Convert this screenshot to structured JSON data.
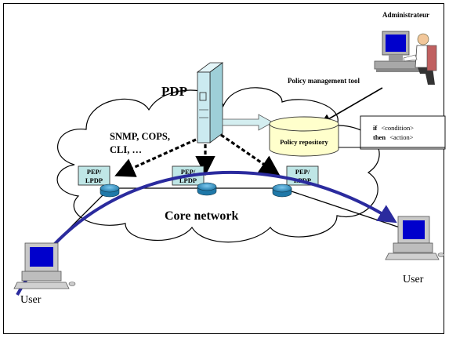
{
  "labels": {
    "administrator": "Administrateur",
    "policy_tool": "Policy management tool",
    "pdp": "PDP",
    "protocols_line1": "SNMP, COPS,",
    "protocols_line2": "CLI, …",
    "policy_repository": "Policy repository",
    "rule_if_kw": "if",
    "rule_if_val": "<condition>",
    "rule_then_kw": "then",
    "rule_then_val": "<action>",
    "pep_line1": "PEP/",
    "pep_line2": "LPDP",
    "core_network": "Core network",
    "user_left": "User",
    "user_right": "User"
  },
  "colors": {
    "cloud": "#ffffff",
    "pep_box": "#bfe6e6",
    "router": "#2a8fc0",
    "flow_arrow": "#2b2b9e",
    "repository": "#ffffcc",
    "monitor_screen": "#0000cc",
    "arrow_fill": "#d4eef0"
  }
}
